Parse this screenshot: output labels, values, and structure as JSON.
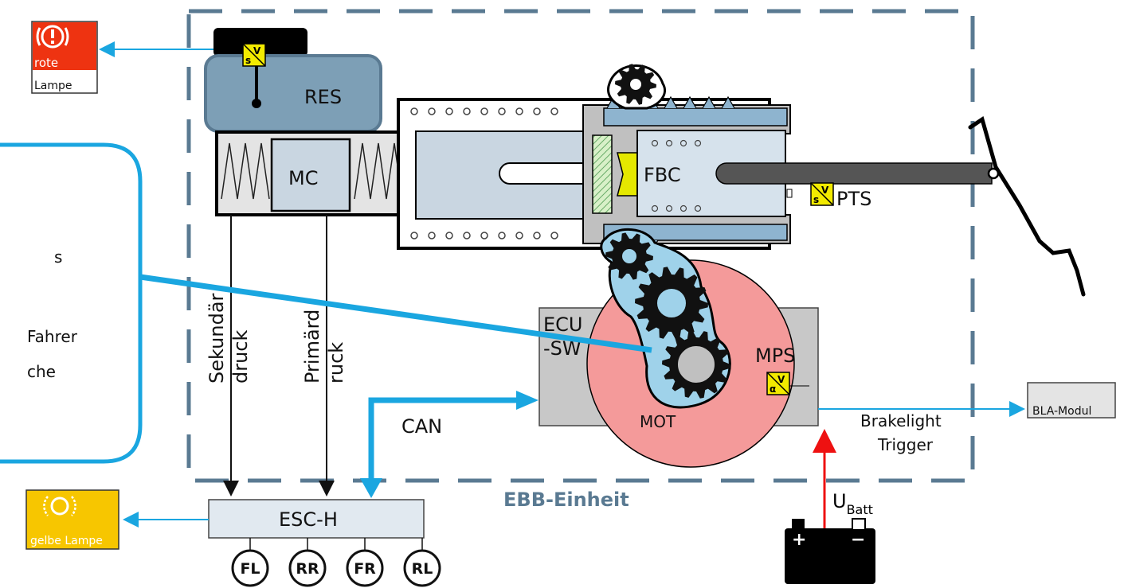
{
  "colors": {
    "boundary": "#5a7a92",
    "reservoir": "#7d9fb6",
    "cylinder": "#d6e2ec",
    "gear": "#9fd2ea",
    "motor": "#f49a9a",
    "ecu": "#c8c8c8",
    "accent": "#1aa6e0",
    "power": "#ee1111",
    "sensor": "#f2ea00",
    "red_lamp": "#ee3311",
    "yellow_lamp": "#f7c600",
    "feedback": "#e5e800"
  },
  "labels": {
    "res": "RES",
    "mc": "MC",
    "fbc": "FBC",
    "pts": "PTS",
    "ecu_line1": "ECU",
    "ecu_line2": "-SW",
    "mps": "MPS",
    "mot": "MOT",
    "can": "CAN",
    "esc": "ESC-H",
    "unit": "EBB-Einheit",
    "brakelight_line1": "Brakelight",
    "brakelight_line2": "Trigger",
    "bla": "BLA-Modul",
    "ubatt_main": "U",
    "ubatt_sub": "Batt",
    "battery_plus": "+",
    "battery_minus": "−",
    "sek_line1": "Sekundär",
    "sek_line2": "druck",
    "prim_line1": "Primärd",
    "prim_line2": "ruck",
    "red_lamp_line1": "rote",
    "red_lamp_line2": "Lampe",
    "yellow_lamp": "gelbe Lampe",
    "wheels": [
      "FL",
      "RR",
      "FR",
      "RL"
    ],
    "sensor_top": "V",
    "sensor_s": "s",
    "sensor_alpha": "α"
  },
  "callout": {
    "lines": [
      "s",
      "Fahrer",
      "che"
    ]
  }
}
